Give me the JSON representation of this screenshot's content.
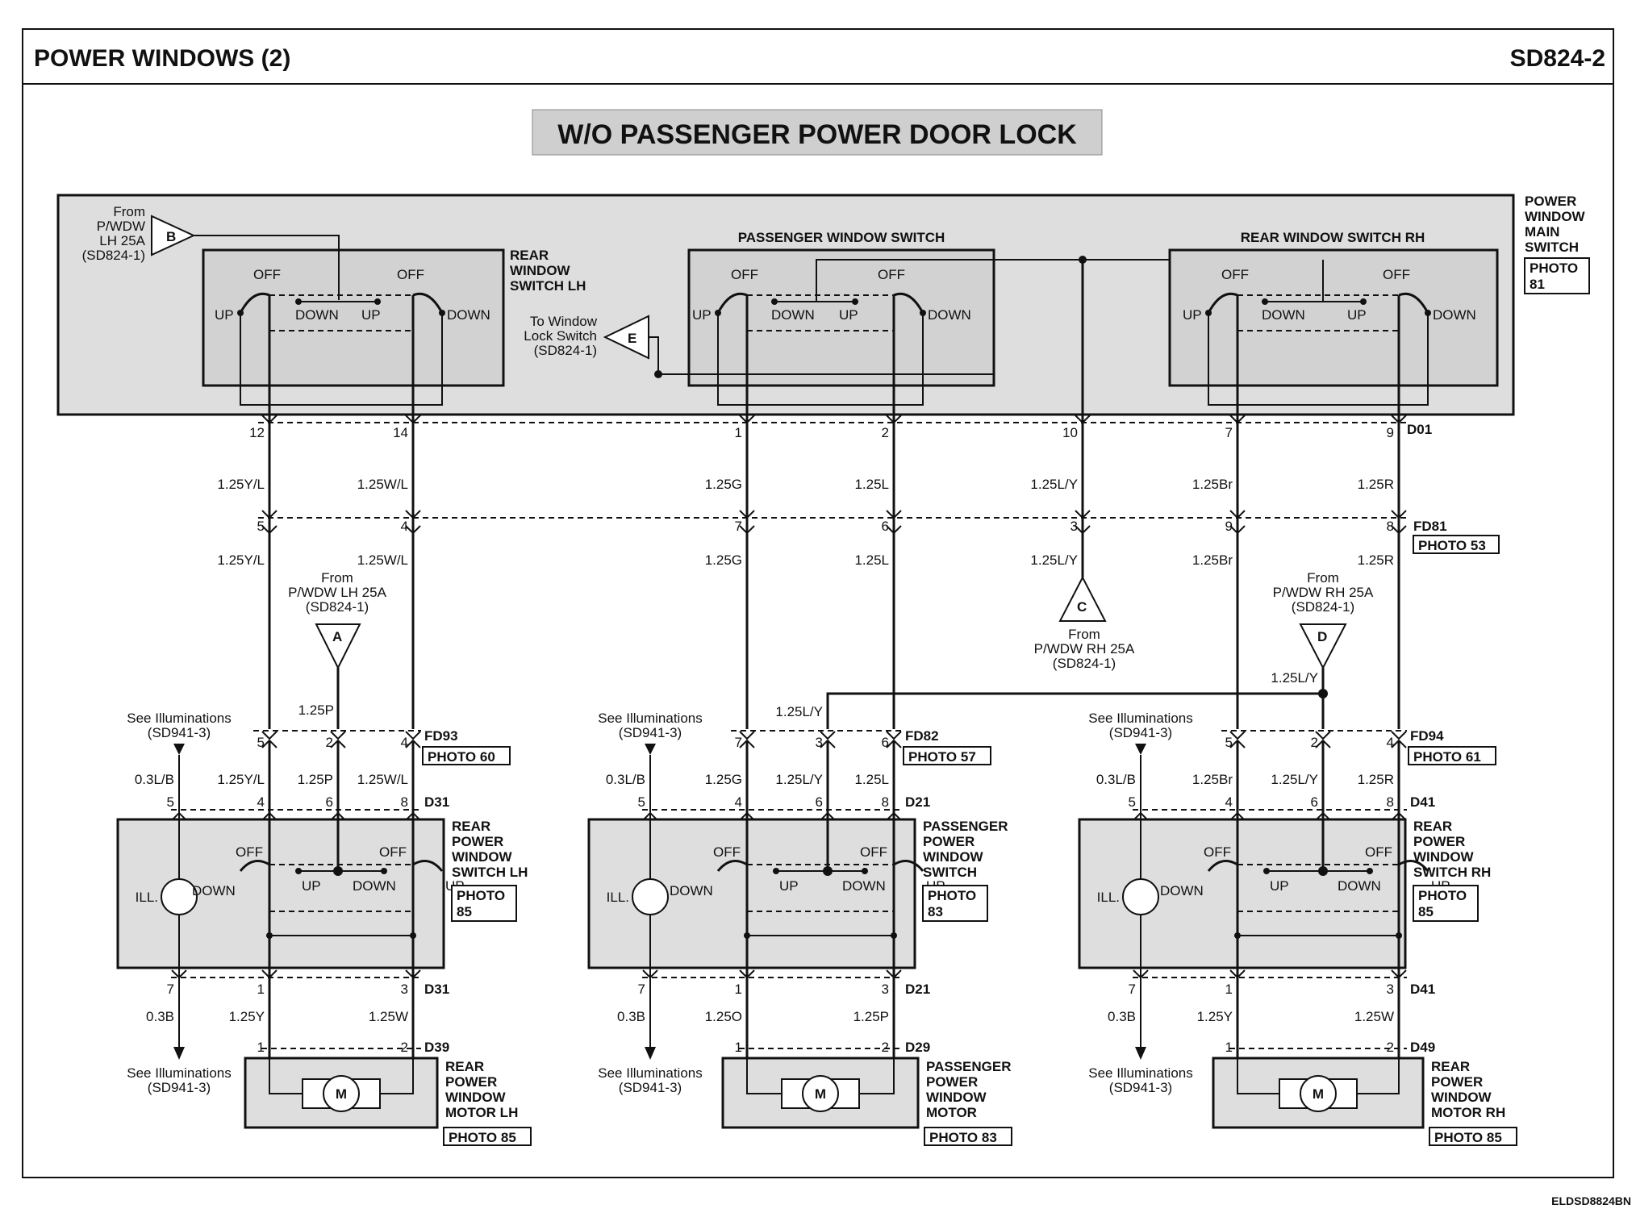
{
  "header": {
    "title": "POWER WINDOWS (2)",
    "code": "SD824-2",
    "footer_code": "ELDSD8824BN"
  },
  "banner": "W/O PASSENGER POWER DOOR LOCK",
  "main_switch": {
    "label": [
      "POWER",
      "WINDOW",
      "MAIN",
      "SWITCH"
    ],
    "photo": [
      "PHOTO",
      "81"
    ],
    "from_b": {
      "lines": [
        "From",
        "P/WDW",
        "LH 25A",
        "(SD824-1)"
      ],
      "symbol": "B"
    },
    "to_e": {
      "lines": [
        "To Window",
        "Lock Switch",
        "(SD824-1)"
      ],
      "symbol": "E"
    },
    "rear_lh_label": [
      "REAR",
      "WINDOW",
      "SWITCH LH"
    ],
    "passenger_label": "PASSENGER WINDOW SWITCH",
    "rear_rh_label": "REAR WINDOW SWITCH RH",
    "connector": "D01",
    "pins": [
      "12",
      "14",
      "1",
      "2",
      "10",
      "7",
      "9"
    ]
  },
  "terms": {
    "off": "OFF",
    "up": "UP",
    "down": "DOWN",
    "ill": "ILL.",
    "motor": "M"
  },
  "fd81": {
    "connector": "FD81",
    "photo": "PHOTO 53",
    "pins": [
      "5",
      "4",
      "7",
      "6",
      "3",
      "9",
      "8"
    ],
    "wires_upper": [
      "1.25Y/L",
      "1.25W/L",
      "1.25G",
      "1.25L",
      "1.25L/Y",
      "1.25Br",
      "1.25R"
    ],
    "wires_lower": [
      "1.25Y/L",
      "1.25W/L",
      "1.25G",
      "1.25L",
      "1.25L/Y",
      "1.25Br",
      "1.25R"
    ]
  },
  "feeds": {
    "a": {
      "lines": [
        "From",
        "P/WDW LH 25A",
        "(SD824-1)"
      ],
      "symbol": "A",
      "wire": "1.25P"
    },
    "c": {
      "lines": [
        "From",
        "P/WDW RH 25A",
        "(SD824-1)"
      ],
      "symbol": "C"
    },
    "d": {
      "lines": [
        "From",
        "P/WDW RH 25A",
        "(SD824-1)"
      ],
      "symbol": "D",
      "wire": "1.25L/Y"
    },
    "passenger_feed_wire": "1.25L/Y",
    "see_illum": [
      "See Illuminations",
      "(SD941-3)"
    ]
  },
  "left": {
    "fd": "FD93",
    "fd_photo": "PHOTO 60",
    "fd_pins": [
      "5",
      "2",
      "4"
    ],
    "ill_wire": "0.3L/B",
    "wires": [
      "1.25Y/L",
      "1.25P",
      "1.25W/L"
    ],
    "d_conn": "D31",
    "d_pins": [
      "5",
      "4",
      "6",
      "8"
    ],
    "label": [
      "REAR",
      "POWER",
      "WINDOW",
      "SWITCH LH"
    ],
    "photo": [
      "PHOTO",
      "85"
    ],
    "bottom_pins": [
      "7",
      "1",
      "3"
    ],
    "bottom_conn": "D31",
    "ground_wire": "0.3B",
    "motor_wires": [
      "1.25Y",
      "1.25W"
    ],
    "motor_conn": "D39",
    "motor_pins": [
      "1",
      "2"
    ],
    "motor_label": [
      "REAR",
      "POWER",
      "WINDOW",
      "MOTOR LH"
    ],
    "motor_photo": "PHOTO 85"
  },
  "middle": {
    "fd": "FD82",
    "fd_photo": "PHOTO 57",
    "fd_pins": [
      "7",
      "3",
      "6"
    ],
    "ill_wire": "0.3L/B",
    "wires": [
      "1.25G",
      "1.25L/Y",
      "1.25L"
    ],
    "d_conn": "D21",
    "d_pins": [
      "5",
      "4",
      "6",
      "8"
    ],
    "label": [
      "PASSENGER",
      "POWER",
      "WINDOW",
      "SWITCH"
    ],
    "photo": [
      "PHOTO",
      "83"
    ],
    "bottom_pins": [
      "7",
      "1",
      "3"
    ],
    "bottom_conn": "D21",
    "ground_wire": "0.3B",
    "motor_wires": [
      "1.25O",
      "1.25P"
    ],
    "motor_conn": "D29",
    "motor_pins": [
      "1",
      "2"
    ],
    "motor_label": [
      "PASSENGER",
      "POWER",
      "WINDOW",
      "MOTOR"
    ],
    "motor_photo": "PHOTO 83"
  },
  "right": {
    "fd": "FD94",
    "fd_photo": "PHOTO 61",
    "fd_pins": [
      "5",
      "2",
      "4"
    ],
    "ill_wire": "0.3L/B",
    "wires": [
      "1.25Br",
      "1.25L/Y",
      "1.25R"
    ],
    "d_conn": "D41",
    "d_pins": [
      "5",
      "4",
      "6",
      "8"
    ],
    "label": [
      "REAR",
      "POWER",
      "WINDOW",
      "SWITCH RH"
    ],
    "photo": [
      "PHOTO",
      "85"
    ],
    "bottom_pins": [
      "7",
      "1",
      "3"
    ],
    "bottom_conn": "D41",
    "ground_wire": "0.3B",
    "motor_wires": [
      "1.25Y",
      "1.25W"
    ],
    "motor_conn": "D49",
    "motor_pins": [
      "1",
      "2"
    ],
    "motor_label": [
      "REAR",
      "POWER",
      "WINDOW",
      "MOTOR RH"
    ],
    "motor_photo": "PHOTO 85"
  },
  "colors": {
    "ink": "#111111",
    "fill": "#dedede",
    "banner": "#cfcfcf"
  }
}
